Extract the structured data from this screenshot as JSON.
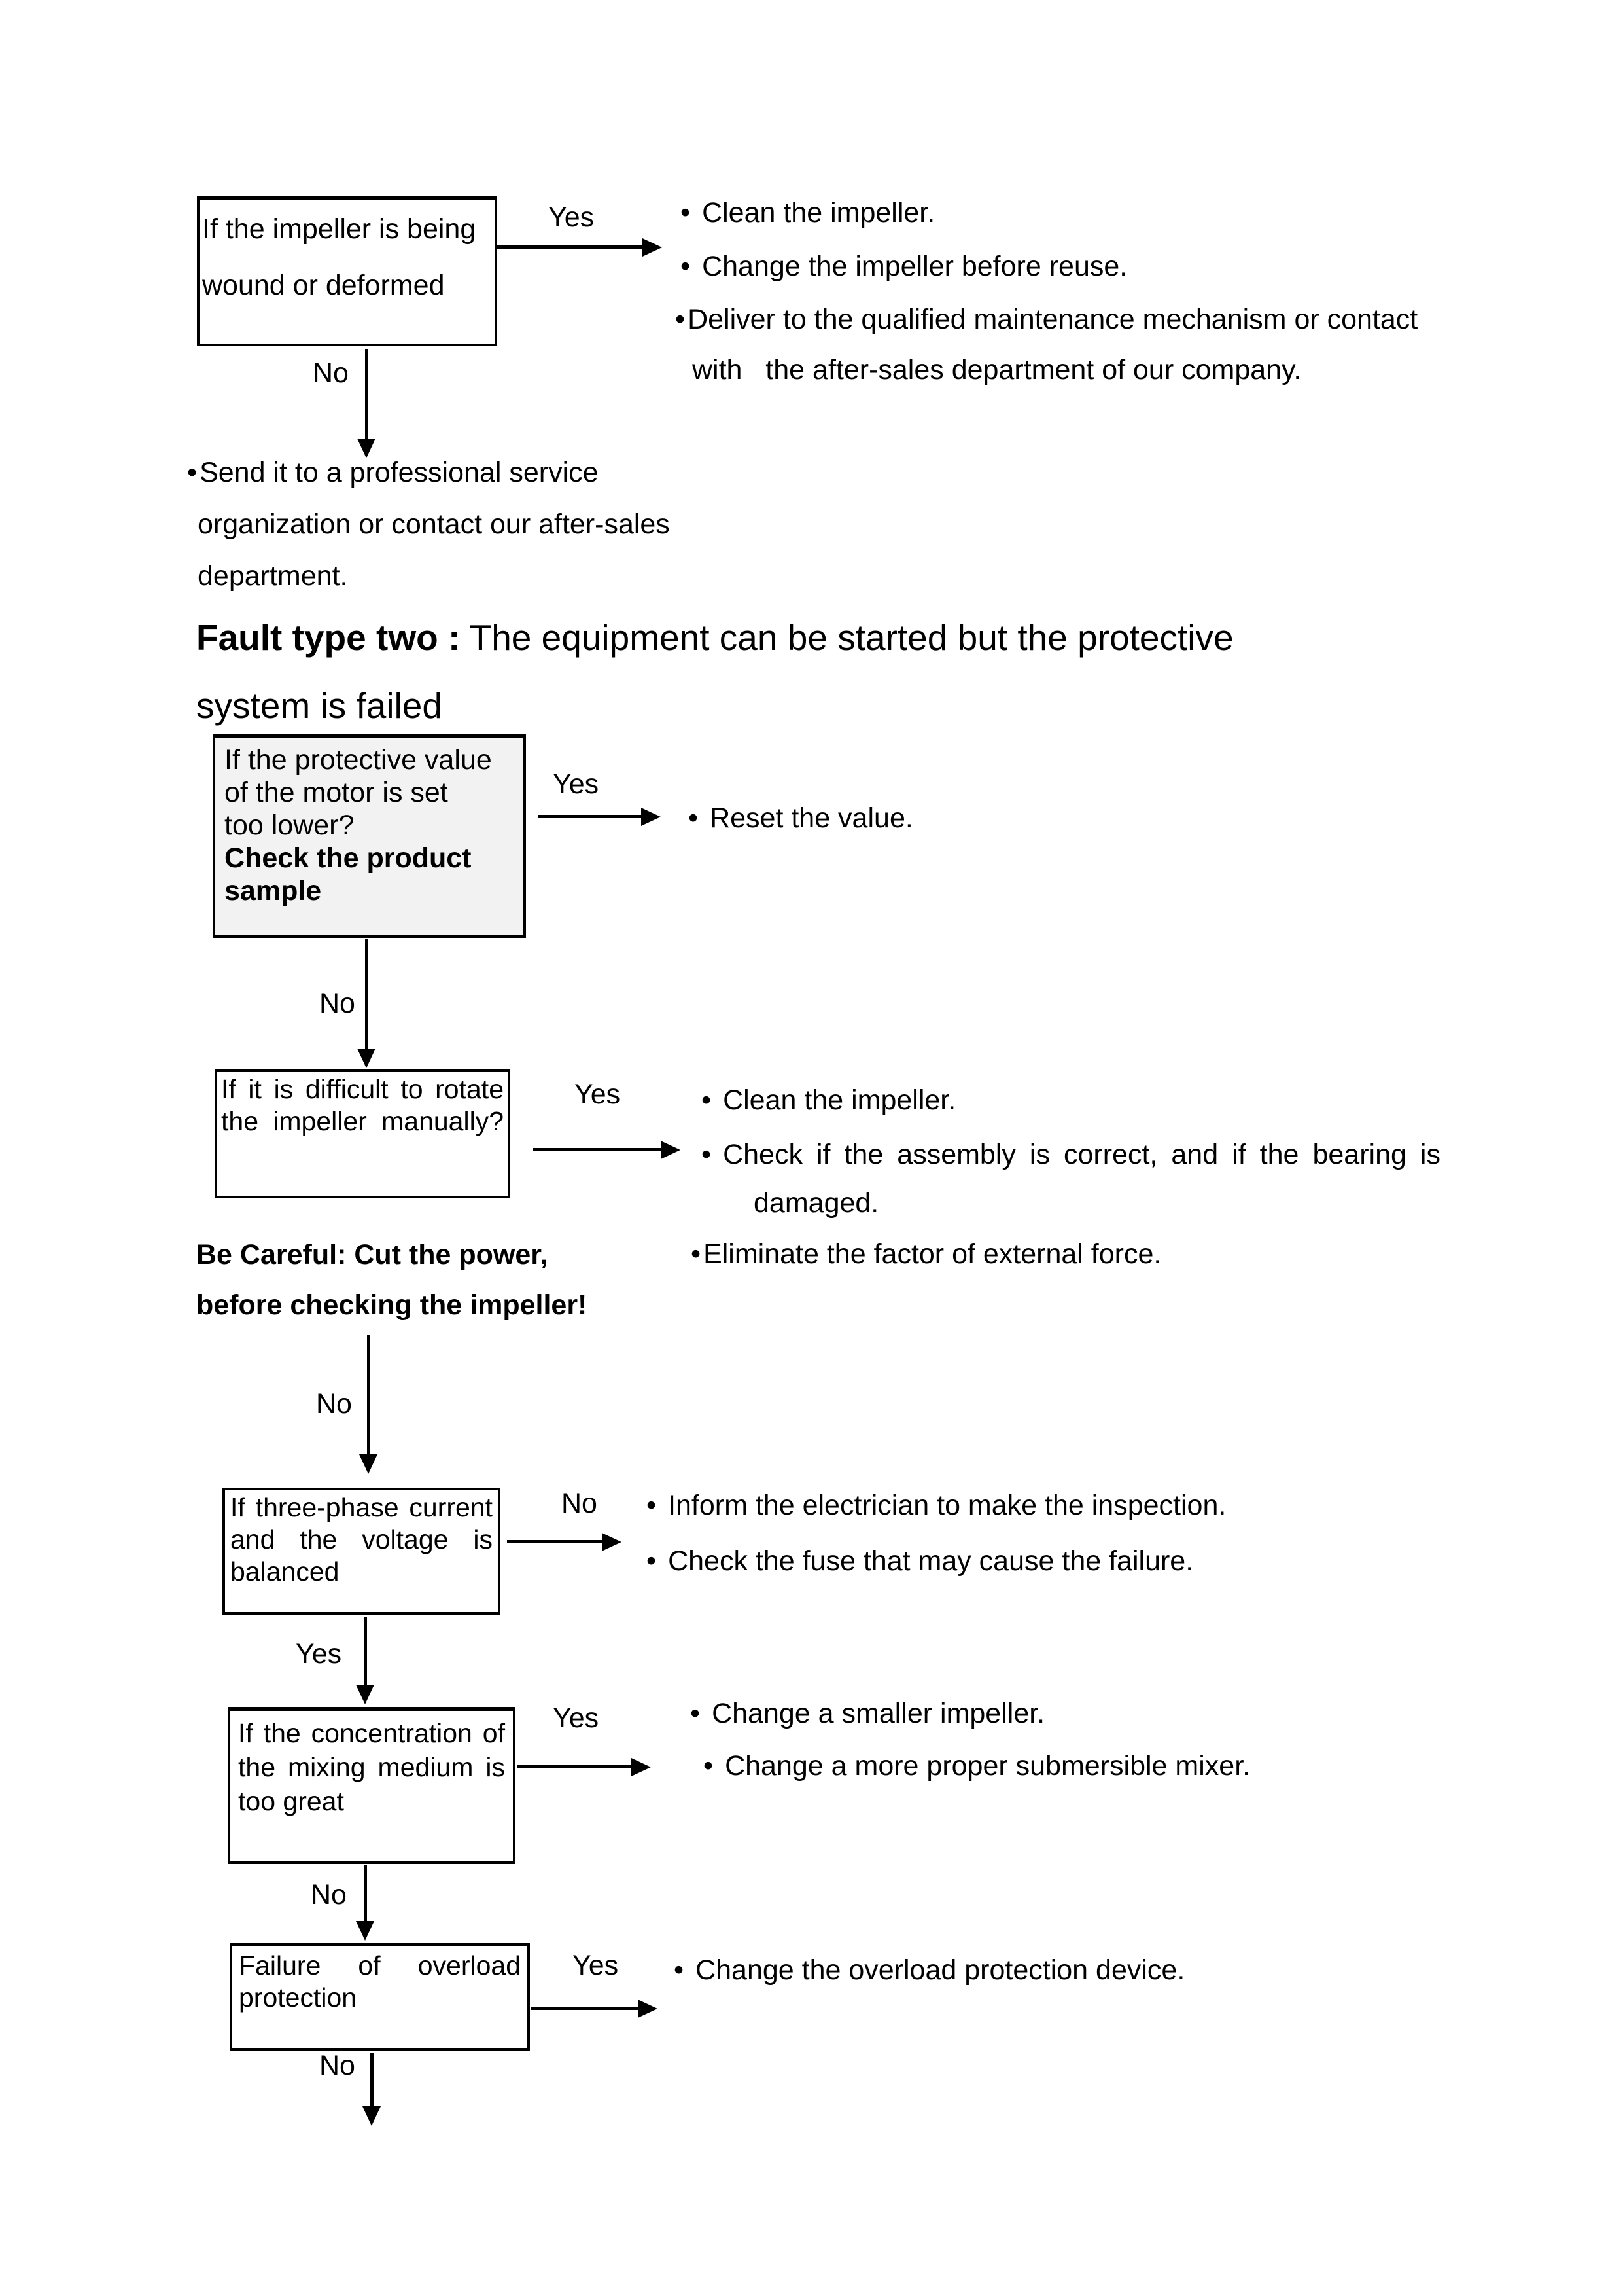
{
  "glyphs": {
    "bullet": "•"
  },
  "labels": {
    "yes": "Yes",
    "no": "No"
  },
  "heading": {
    "bold": "Fault type two :",
    "regular": " The equipment can be started but the protective",
    "line2": "system is failed"
  },
  "flow": {
    "box1": {
      "l1": "If the impeller is being",
      "l2": "wound or deformed"
    },
    "row1_bullets": {
      "b1": "Clean the impeller.",
      "b2": "Change the impeller before reuse.",
      "b3": "Deliver to the qualified maintenance mechanism or contact",
      "b3cont": "with   the after-sales department of our company."
    },
    "no1_result": {
      "l1": "Send it to a professional service",
      "l2": "organization or contact our after-sales",
      "l3": "department."
    },
    "box2": {
      "l1": "If the protective value",
      "l2": "of the motor is set",
      "l3": "too lower?",
      "l4": "Check the product",
      "l5": "sample"
    },
    "row2_bullets": {
      "b1": "Reset the value."
    },
    "box3": {
      "l1": "If it is difficult to rotate",
      "l2": "the impeller manually?"
    },
    "row3_bullets": {
      "b1": "Clean the impeller.",
      "b2": "Check if the assembly is correct, and if the bearing is",
      "b2cont": "damaged.",
      "b3": "Eliminate the factor of external force."
    },
    "warning": {
      "l1": "Be Careful: Cut the power,",
      "l2": "before checking the impeller!"
    },
    "box4": {
      "l1": "If three-phase current",
      "l2": "and the voltage is",
      "l3": "balanced"
    },
    "row4_bullets": {
      "b1": "Inform the electrician to make the inspection.",
      "b2": "Check the fuse that may cause the failure."
    },
    "box5": {
      "l1": "If the concentration of",
      "l2": "the mixing medium is",
      "l3": "too great"
    },
    "row5_bullets": {
      "b1": "Change a smaller impeller.",
      "b2": "Change a more proper submersible mixer."
    },
    "box6": {
      "l1": "Failure of overload",
      "l2": "protection"
    },
    "row6_bullets": {
      "b1": "Change the overload protection device."
    }
  },
  "colors": {
    "page_bg": "#ffffff",
    "text": "#000000",
    "line": "#000000",
    "box2_bg": "#f2f2f2"
  }
}
